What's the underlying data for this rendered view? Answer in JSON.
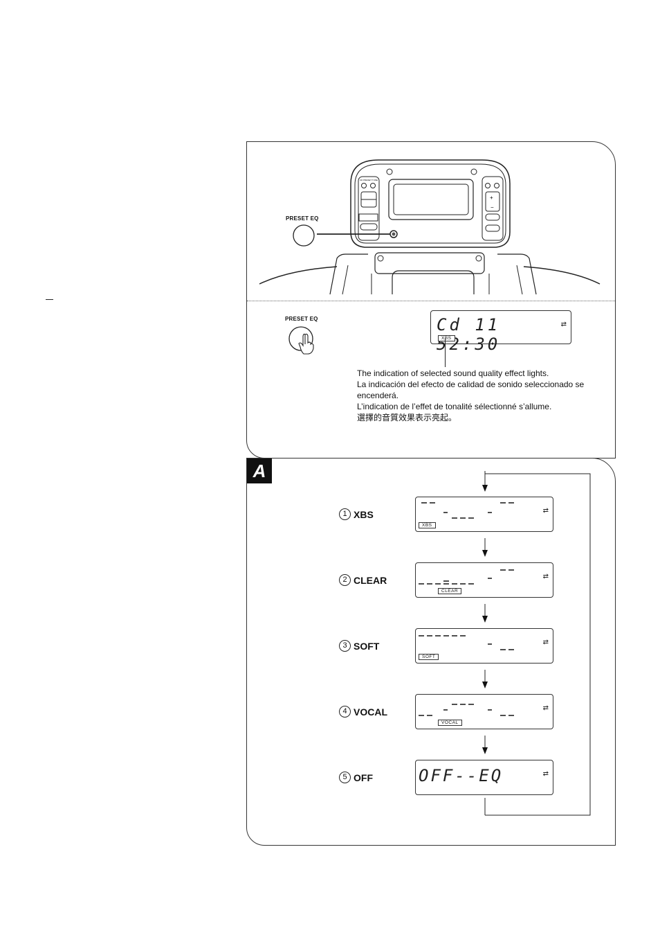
{
  "top_panel": {
    "device_button_label": "PRESET EQ",
    "press_button_label": "PRESET EQ",
    "display_text": "Cd 11 52:30",
    "display_tag": "XBS",
    "caption_lines": [
      "The indication of selected sound quality effect lights.",
      "La indicación del efecto de calidad de sonido seleccionado se",
      "encenderá.",
      "L’indication de l’effet de tonalité sélectionné s’allume.",
      "選擇的音質效果表示亮起。"
    ]
  },
  "panel_a": {
    "badge": "A",
    "modes": [
      {
        "number": "1",
        "label": "XBS",
        "tag": "XBS"
      },
      {
        "number": "2",
        "label": "CLEAR",
        "tag": "CLEAR"
      },
      {
        "number": "3",
        "label": "SOFT",
        "tag": "SOFT"
      },
      {
        "number": "4",
        "label": "VOCAL",
        "tag": "VOCAL"
      },
      {
        "number": "5",
        "label": "OFF",
        "tag": ""
      }
    ],
    "off_display_text": "OFF--EQ"
  },
  "icons": {
    "display_indicator": "repeat-arrow-icon",
    "flow_arrow": "down-arrow-icon"
  }
}
